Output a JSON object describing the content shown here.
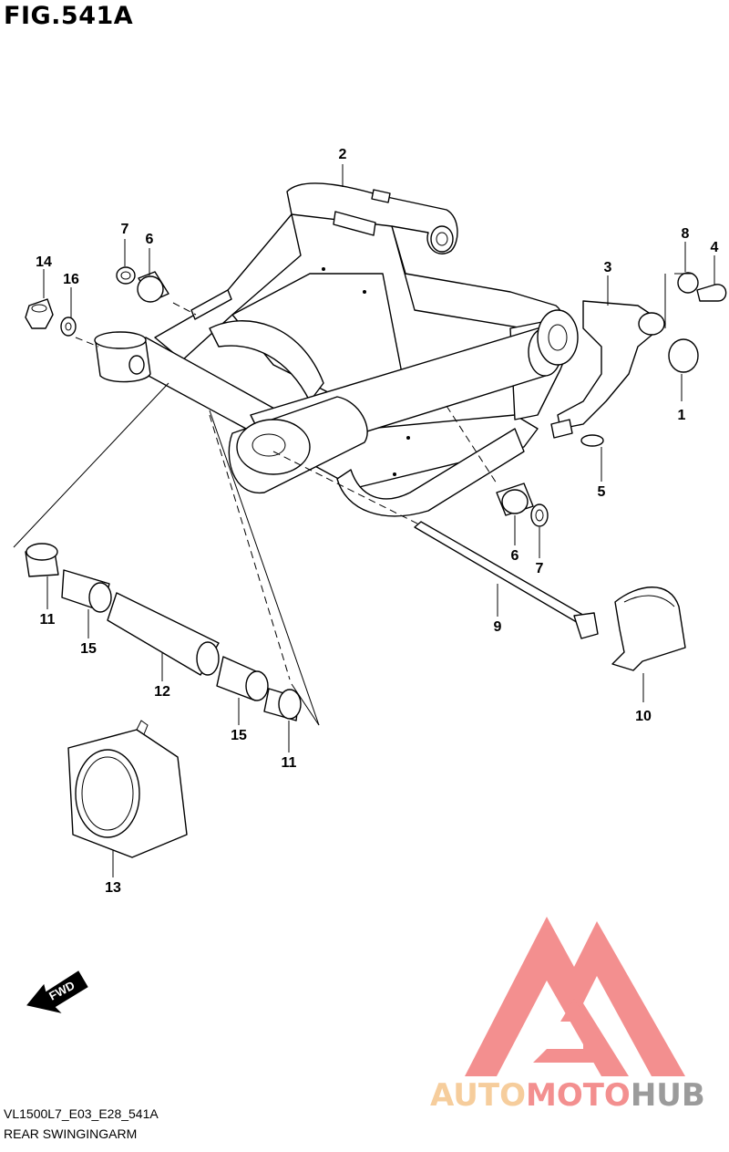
{
  "figure": {
    "title": "FIG.541A",
    "code": "VL1500L7_E03_E28_541A",
    "name": "REAR SWINGINGARM"
  },
  "direction_badge": {
    "label": "FWD",
    "icon": "fwd-arrow-icon"
  },
  "watermark": {
    "brand_parts": [
      "AUTO",
      "MOTO",
      "HUB"
    ],
    "colors": {
      "primary": "#f27c7c",
      "secondary": "#8a8a8a",
      "accent": "#f5c58b"
    }
  },
  "callouts": [
    {
      "id": "c2",
      "label": "2"
    },
    {
      "id": "c7a",
      "label": "7"
    },
    {
      "id": "c6a",
      "label": "6"
    },
    {
      "id": "c14",
      "label": "14"
    },
    {
      "id": "c16",
      "label": "16"
    },
    {
      "id": "c8",
      "label": "8"
    },
    {
      "id": "c4",
      "label": "4"
    },
    {
      "id": "c3",
      "label": "3"
    },
    {
      "id": "c1",
      "label": "1"
    },
    {
      "id": "c5",
      "label": "5"
    },
    {
      "id": "c6b",
      "label": "6"
    },
    {
      "id": "c7b",
      "label": "7"
    },
    {
      "id": "c9",
      "label": "9"
    },
    {
      "id": "c11a",
      "label": "11"
    },
    {
      "id": "c15a",
      "label": "15"
    },
    {
      "id": "c12",
      "label": "12"
    },
    {
      "id": "c15b",
      "label": "15"
    },
    {
      "id": "c11b",
      "label": "11"
    },
    {
      "id": "c10",
      "label": "10"
    },
    {
      "id": "c13",
      "label": "13"
    }
  ]
}
